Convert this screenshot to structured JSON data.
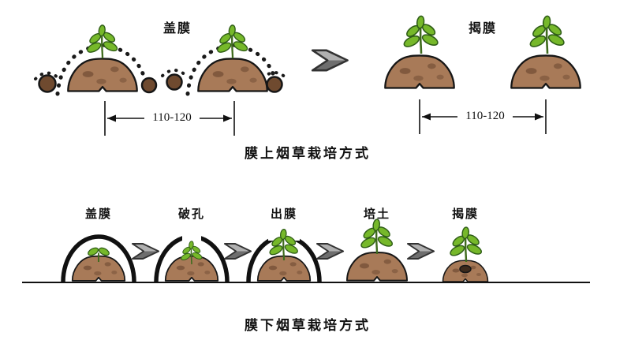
{
  "top_section": {
    "label_cover": "盖膜",
    "label_uncover": "揭膜",
    "measurement_left": "110-120",
    "measurement_right": "110-120",
    "title": "膜上烟草栽培方式"
  },
  "bottom_section": {
    "stages": [
      {
        "label": "盖膜"
      },
      {
        "label": "破孔"
      },
      {
        "label": "出膜"
      },
      {
        "label": "培土"
      },
      {
        "label": "揭膜"
      }
    ],
    "title": "膜下烟草栽培方式"
  },
  "colors": {
    "soil": "#a87a58",
    "soil_shadow": "#7a543a",
    "clod": "#6f4a2f",
    "leaf": "#76b82a",
    "leaf_outline": "#2f5d17",
    "stem": "#3f6b1d",
    "film": "#1a1a1a",
    "arrow_light": "#b0b0b0",
    "arrow_dark": "#6e6e6e"
  }
}
